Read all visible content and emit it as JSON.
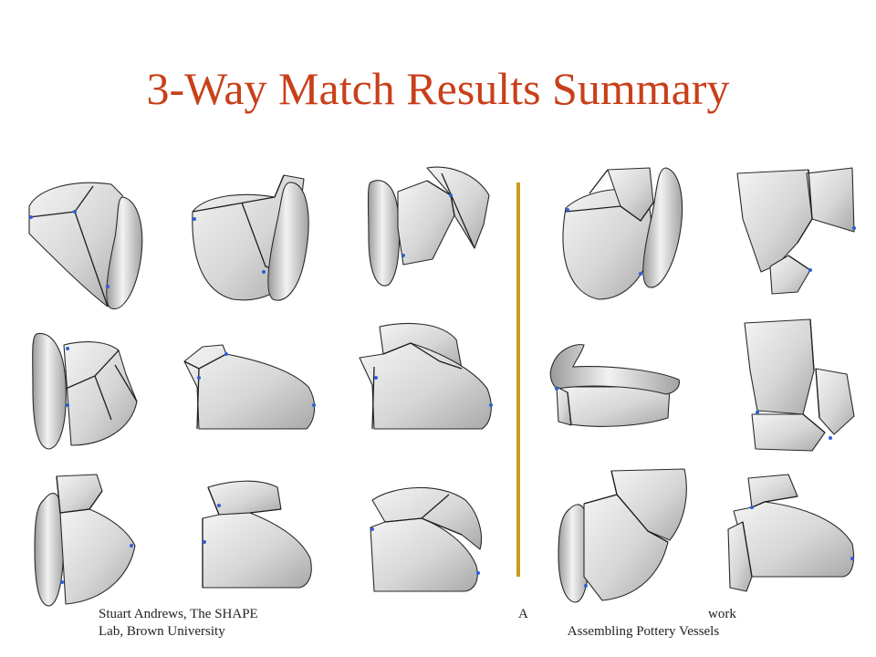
{
  "slide": {
    "title": "3-Way Match Results Summary",
    "accent_color": "#c8401a",
    "divider_color": "#c89b1e"
  },
  "figures": {
    "left_group": [
      {
        "name": "triple-match-r1c1",
        "icon": "pottery-shards-3way"
      },
      {
        "name": "triple-match-r1c2",
        "icon": "pottery-shards-3way"
      },
      {
        "name": "triple-match-r1c3",
        "icon": "pottery-shards-3way"
      },
      {
        "name": "triple-match-r2c1",
        "icon": "pottery-shards-3way"
      },
      {
        "name": "triple-match-r2c2",
        "icon": "pottery-shards-3way"
      },
      {
        "name": "triple-match-r2c3",
        "icon": "pottery-shards-3way"
      },
      {
        "name": "triple-match-r3c1",
        "icon": "pottery-shards-3way"
      },
      {
        "name": "triple-match-r3c2",
        "icon": "pottery-shards-3way"
      },
      {
        "name": "triple-match-r3c3",
        "icon": "pottery-shards-3way"
      }
    ],
    "right_group": [
      {
        "name": "triple-match-r1c4",
        "icon": "pottery-shards-3way"
      },
      {
        "name": "triple-match-r1c5",
        "icon": "pottery-shards-3way"
      },
      {
        "name": "triple-match-r2c4",
        "icon": "pottery-shards-3way"
      },
      {
        "name": "triple-match-r2c5",
        "icon": "pottery-shards-3way"
      },
      {
        "name": "triple-match-r3c4",
        "icon": "pottery-shards-3way"
      },
      {
        "name": "triple-match-r3c5",
        "icon": "pottery-shards-3way"
      }
    ]
  },
  "footer": {
    "left_line1": "Stuart Andrews, The SHAPE",
    "left_line2": "Lab, Brown University",
    "right_line1_start": "A",
    "right_line1_end": "work",
    "right_line2": "Assembling Pottery Vessels"
  }
}
